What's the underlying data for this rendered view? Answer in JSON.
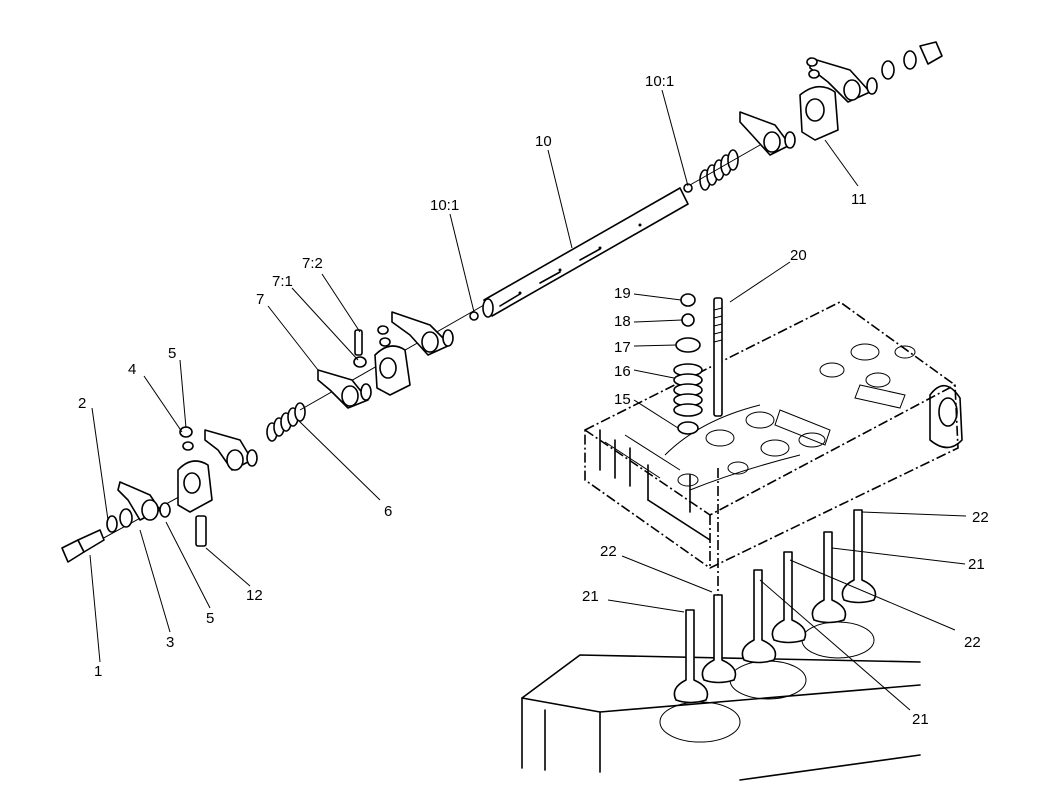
{
  "callouts": [
    {
      "id": "c1",
      "label": "1"
    },
    {
      "id": "c2",
      "label": "2"
    },
    {
      "id": "c3",
      "label": "3"
    },
    {
      "id": "c4",
      "label": "4"
    },
    {
      "id": "c5a",
      "label": "5"
    },
    {
      "id": "c5b",
      "label": "5"
    },
    {
      "id": "c6",
      "label": "6"
    },
    {
      "id": "c7",
      "label": "7"
    },
    {
      "id": "c7-1",
      "label": "7:1"
    },
    {
      "id": "c7-2",
      "label": "7:2"
    },
    {
      "id": "c10",
      "label": "10"
    },
    {
      "id": "c10-1a",
      "label": "10:1"
    },
    {
      "id": "c10-1b",
      "label": "10:1"
    },
    {
      "id": "c11",
      "label": "11"
    },
    {
      "id": "c12",
      "label": "12"
    },
    {
      "id": "c15",
      "label": "15"
    },
    {
      "id": "c16",
      "label": "16"
    },
    {
      "id": "c17",
      "label": "17"
    },
    {
      "id": "c18",
      "label": "18"
    },
    {
      "id": "c19",
      "label": "19"
    },
    {
      "id": "c20",
      "label": "20"
    },
    {
      "id": "c21a",
      "label": "21"
    },
    {
      "id": "c21b",
      "label": "21"
    },
    {
      "id": "c21c",
      "label": "21"
    },
    {
      "id": "c22a",
      "label": "22"
    },
    {
      "id": "c22b",
      "label": "22"
    },
    {
      "id": "c22c",
      "label": "22"
    }
  ]
}
